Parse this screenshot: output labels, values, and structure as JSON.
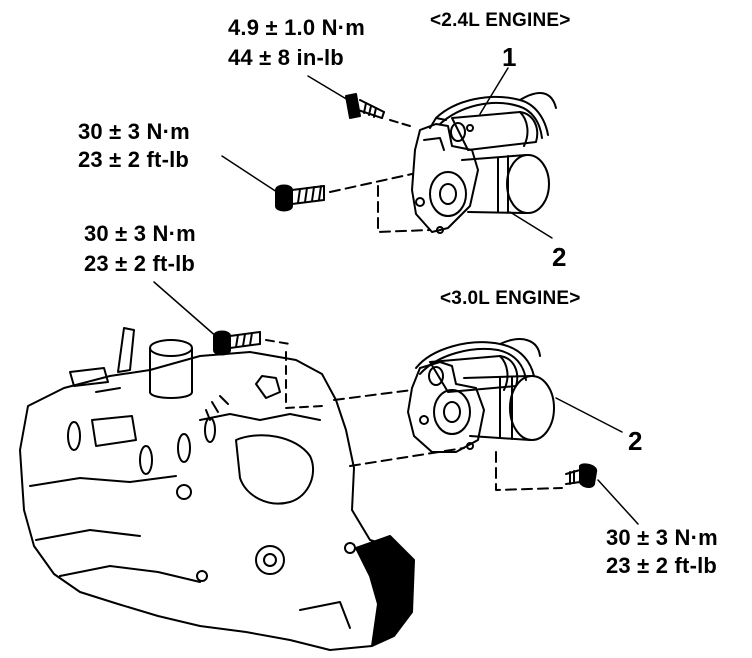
{
  "engines": {
    "engine_24": {
      "title": "<2.4L ENGINE>",
      "part_1": "1",
      "part_2": "2"
    },
    "engine_30": {
      "title": "<3.0L ENGINE>",
      "part_2": "2"
    }
  },
  "torque_specs": {
    "small_bolt": {
      "metric": "4.9 ± 1.0 N·m",
      "imperial": "44 ± 8 in-lb"
    },
    "bolt_24": {
      "metric": "30 ± 3 N·m",
      "imperial": "23 ± 2 ft-lb"
    },
    "bolt_30_upper": {
      "metric": "30 ± 3 N·m",
      "imperial": "23 ± 2 ft-lb"
    },
    "bolt_30_lower": {
      "metric": "30 ± 3 N·m",
      "imperial": "23 ± 2 ft-lb"
    }
  },
  "colors": {
    "ink": "#000000",
    "background": "#ffffff"
  }
}
